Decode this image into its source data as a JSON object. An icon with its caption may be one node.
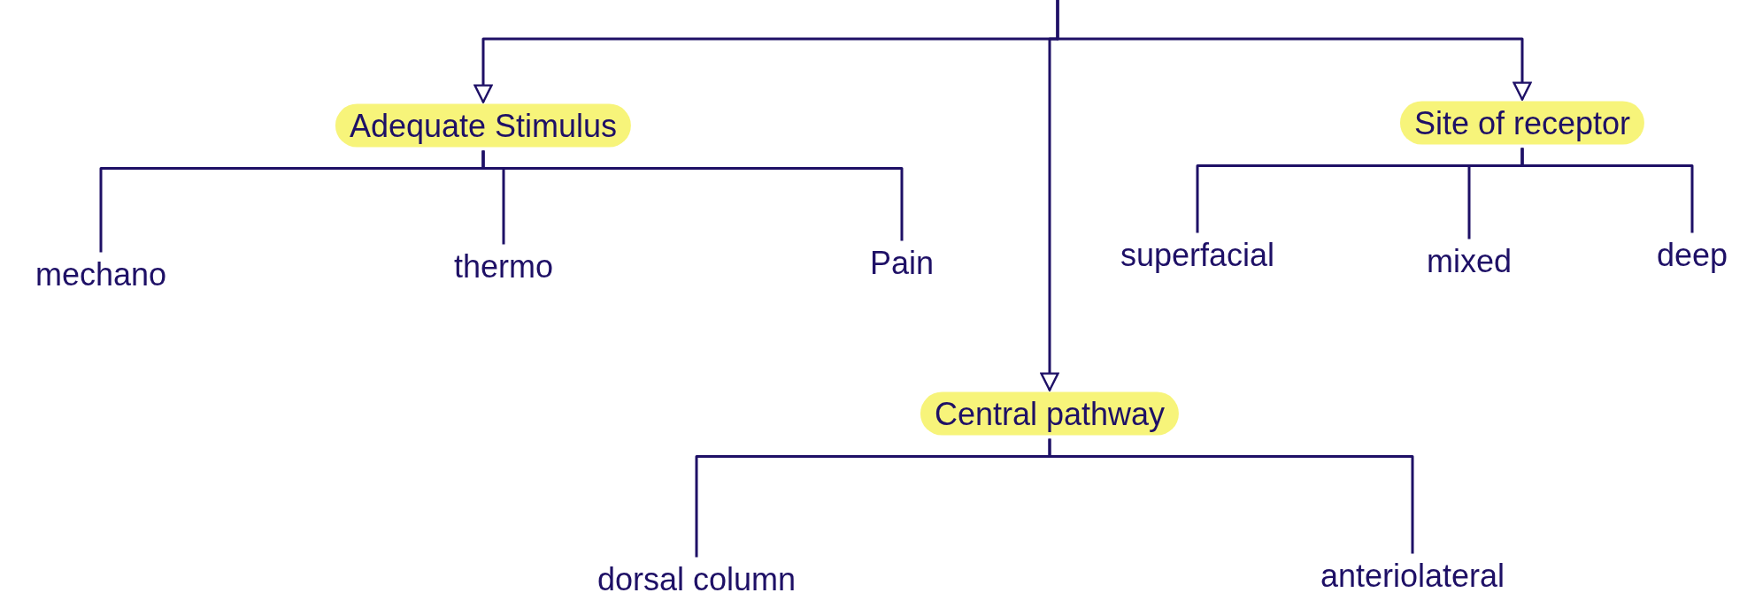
{
  "diagram": {
    "nodes": [
      {
        "text": [
          "Adequate Stimulus"
        ]
      },
      {
        "text": [
          "mechano"
        ]
      },
      {
        "text": [
          "thermo"
        ]
      },
      {
        "text": [
          "Pain"
        ]
      },
      {
        "text": [
          "Site of receptor"
        ]
      },
      {
        "text": [
          "superfacial"
        ]
      },
      {
        "text": [
          "mixed"
        ]
      },
      {
        "text": [
          "deep"
        ]
      },
      {
        "text": [
          "Central pathway"
        ]
      },
      {
        "text": [
          "dorsal column"
        ]
      },
      {
        "text": [
          "anteriolateral"
        ]
      }
    ],
    "edges": [
      {
        "from": null,
        "to": 0,
        "arrow": "to"
      },
      {
        "from": null,
        "to": 8,
        "arrow": "to"
      },
      {
        "from": null,
        "to": 4,
        "arrow": "to"
      },
      {
        "from": 0,
        "to": 1,
        "arrow": "none"
      },
      {
        "from": 0,
        "to": 2,
        "arrow": "none"
      },
      {
        "from": 0,
        "to": 3,
        "arrow": "none"
      },
      {
        "from": 4,
        "to": 5,
        "arrow": "none"
      },
      {
        "from": 4,
        "to": 6,
        "arrow": "none"
      },
      {
        "from": 4,
        "to": 7,
        "arrow": "none"
      },
      {
        "from": 8,
        "to": 9,
        "arrow": "none"
      },
      {
        "from": 8,
        "to": 10,
        "arrow": "none"
      }
    ]
  }
}
